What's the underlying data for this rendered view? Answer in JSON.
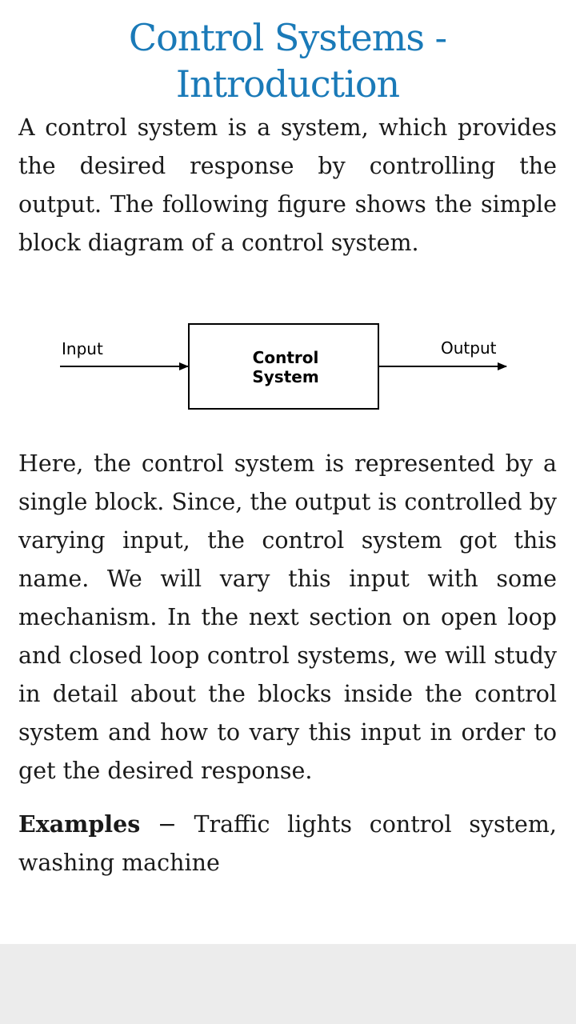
{
  "article": {
    "title": "Control Systems - Introduction",
    "intro": "A control system is a system, which provides the desired response by controlling the output. The following figure shows the simple block diagram of a control system.",
    "paragraph2": "Here, the control system is represented by a single block. Since, the output is controlled by varying input, the control system got this name. We will vary this input with some mechanism. In the next section on open loop and closed loop control systems, we will study in detail about the blocks inside the control system and how to vary this input in order to get the desired response.",
    "examples_label": "Examples",
    "examples_text": " − Traffic lights control system, washing machine"
  },
  "diagram": {
    "input_label": "Input",
    "output_label": "Output",
    "block_line1": "Control",
    "block_line2": "System"
  }
}
